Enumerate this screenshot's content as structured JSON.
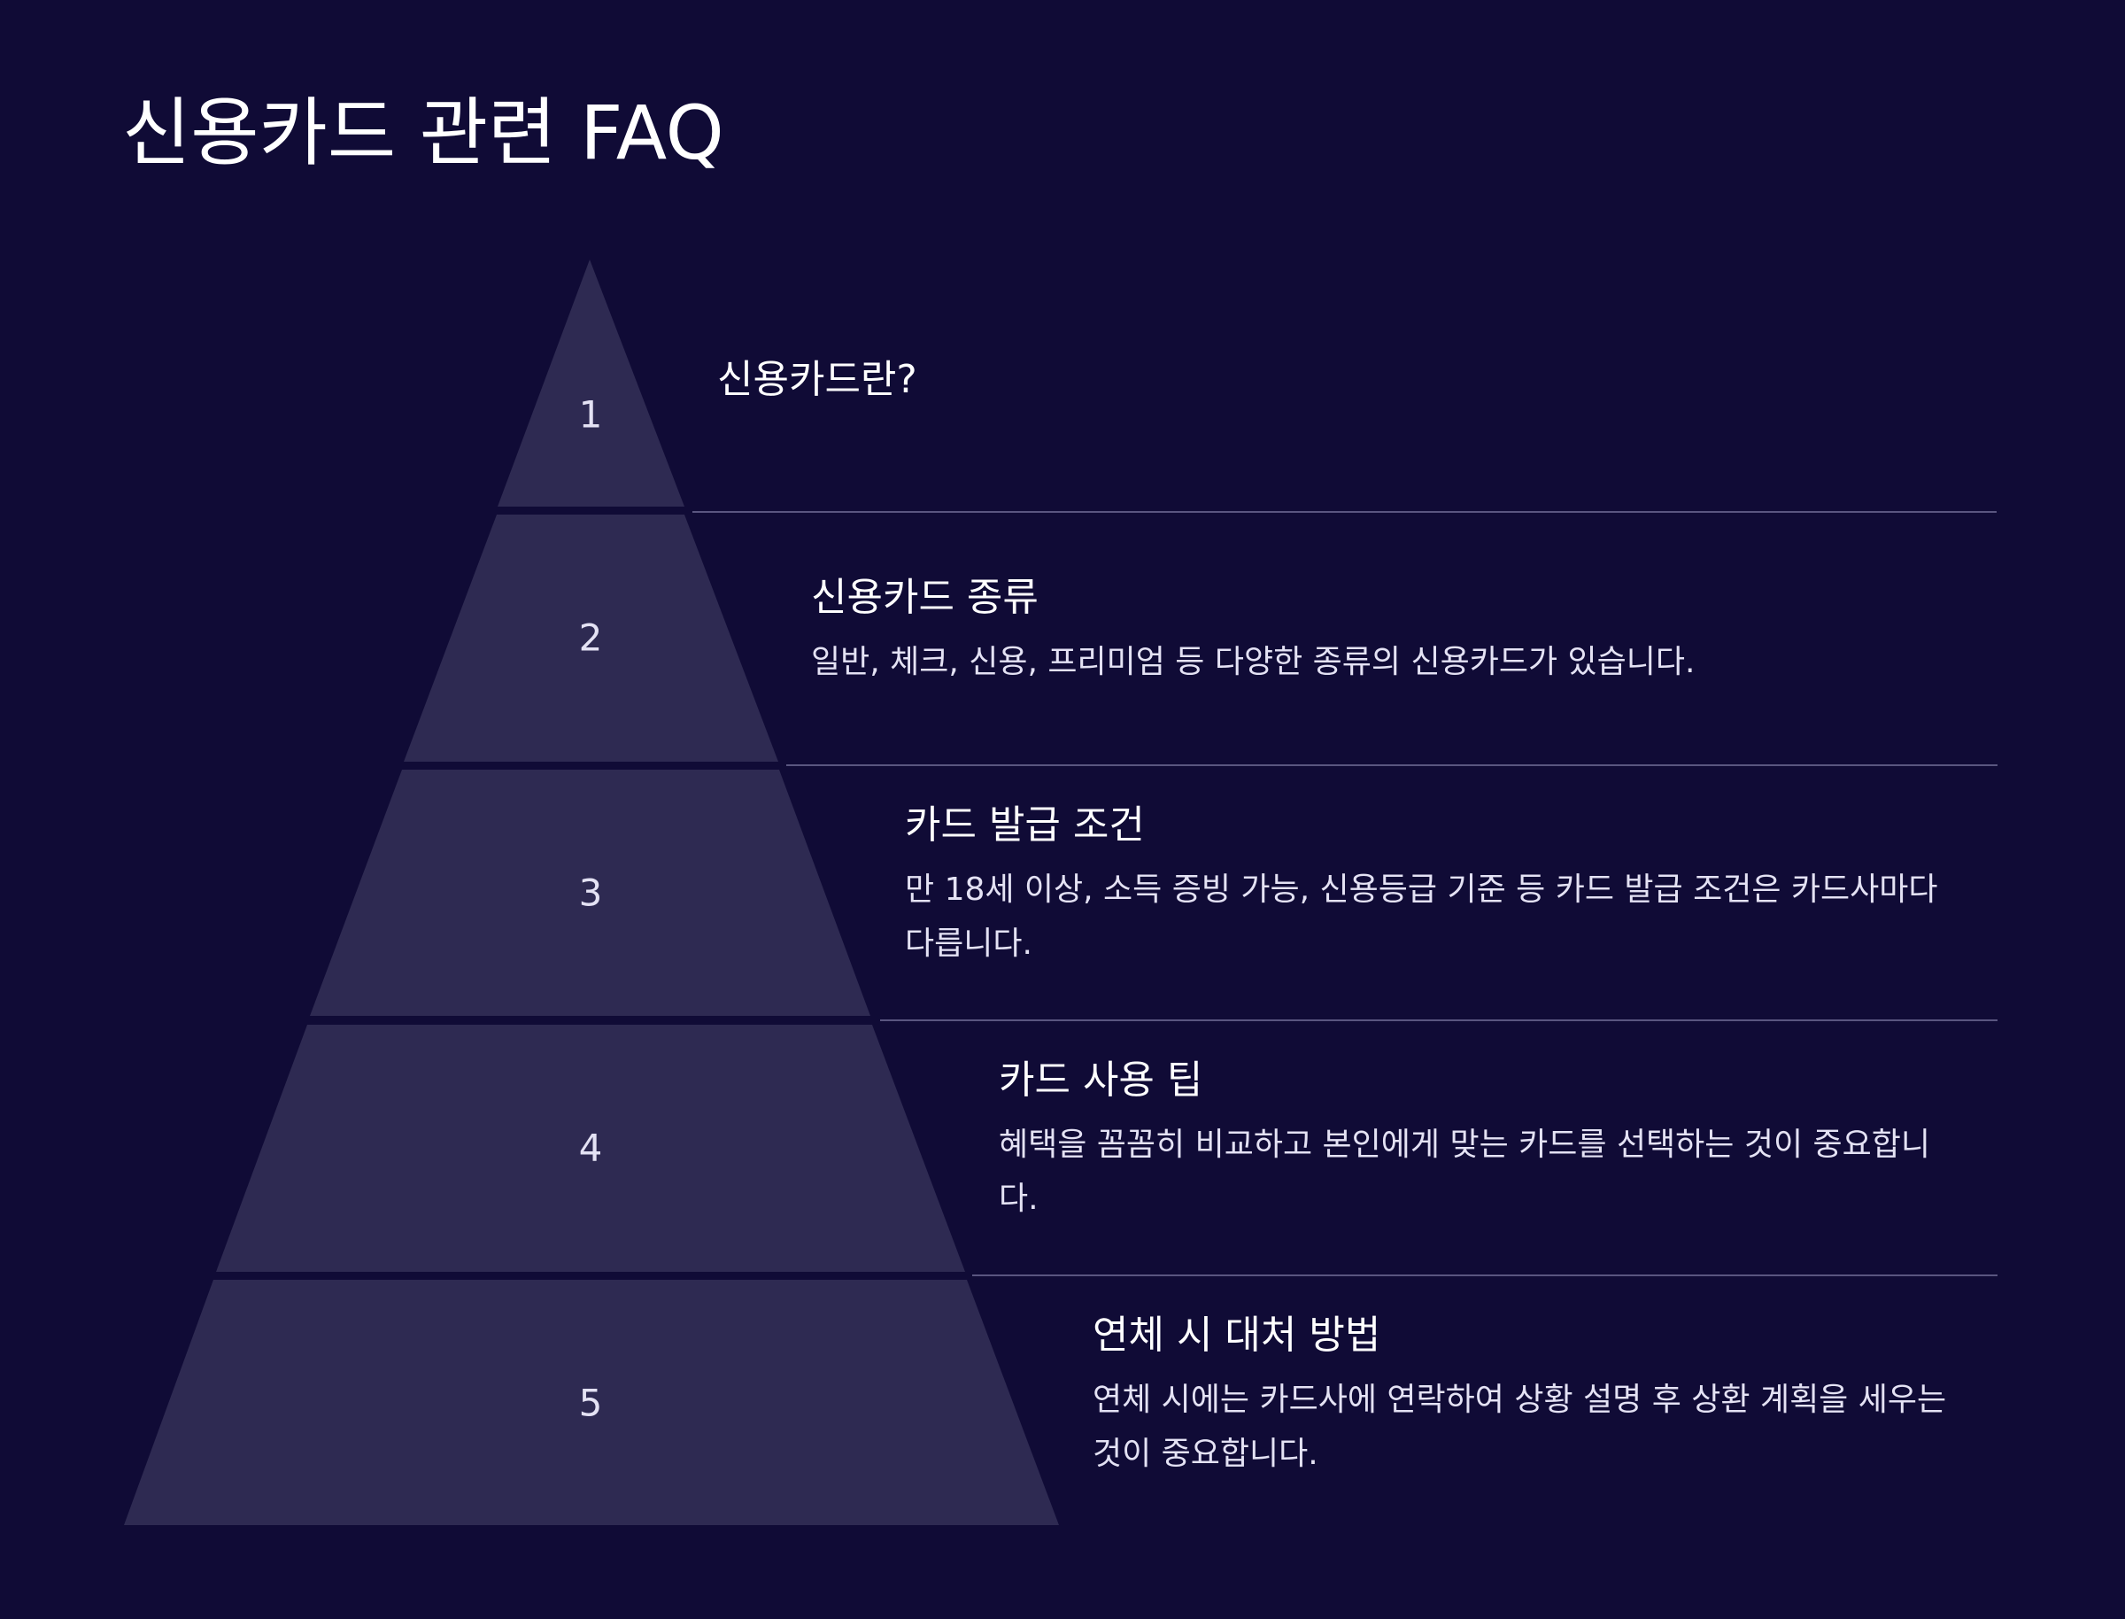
{
  "title": "신용카드 관련 FAQ",
  "colors": {
    "background": "#100b36",
    "tier": "#2e2a52",
    "title_text": "#ffffff",
    "body_text": "#e4e2f4",
    "number_text": "#e4e2f4",
    "divider": "#5a5680"
  },
  "levels": [
    {
      "number": "1",
      "title": "신용카드란?",
      "description": ""
    },
    {
      "number": "2",
      "title": "신용카드 종류",
      "description": "일반, 체크, 신용, 프리미엄 등 다양한 종류의 신용카드가 있습니다."
    },
    {
      "number": "3",
      "title": "카드 발급 조건",
      "description": "만 18세 이상, 소득 증빙 가능, 신용등급 기준 등 카드 발급 조건은 카드사마다 다릅니다."
    },
    {
      "number": "4",
      "title": "카드 사용 팁",
      "description": "혜택을 꼼꼼히 비교하고 본인에게 맞는 카드를 선택하는 것이 중요합니다."
    },
    {
      "number": "5",
      "title": "연체 시 대처 방법",
      "description": "연체 시에는 카드사에 연락하여 상황 설명 후 상환 계획을 세우는 것이 중요합니다."
    }
  ]
}
